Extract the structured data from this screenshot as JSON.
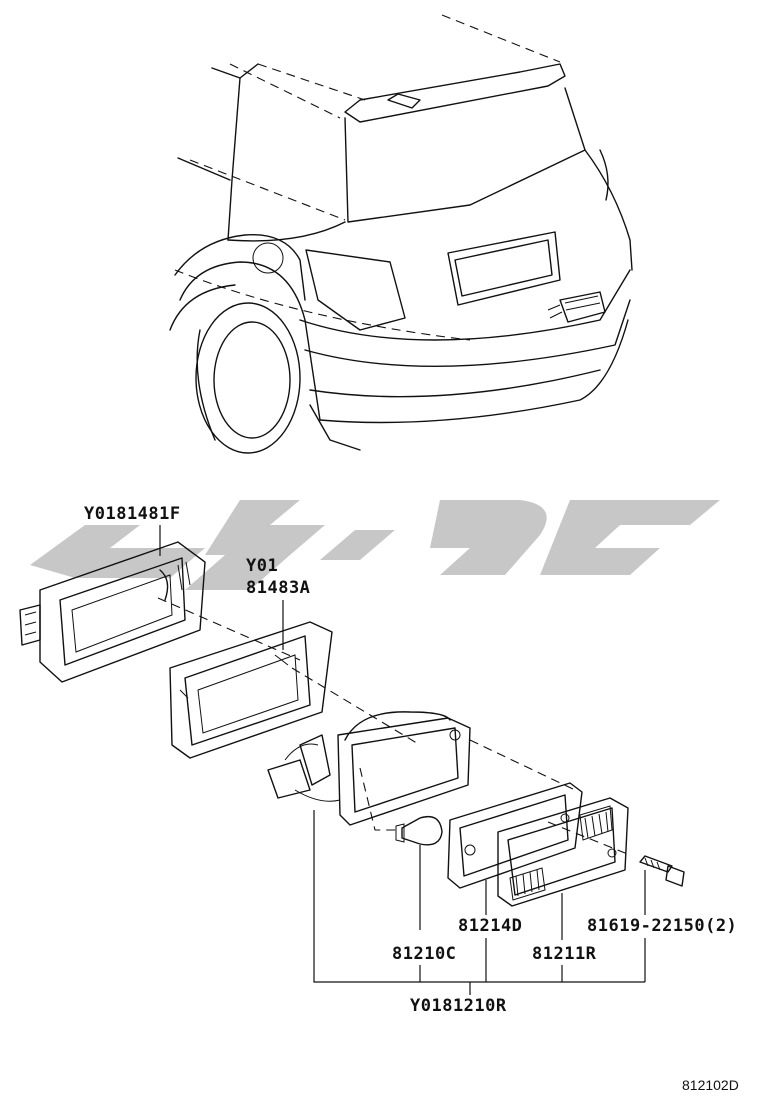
{
  "labels": {
    "part_a": "Y0181481F",
    "part_b_prefix": "Y01",
    "part_b": "81483A",
    "part_c": "81214D",
    "part_d": "81619-22150(2)",
    "part_e": "81210C",
    "part_f": "81211R",
    "assembly": "Y0181210R"
  },
  "diagram_code": "812102D",
  "colors": {
    "line": "#111111",
    "watermark": "#bdbdbd",
    "background": "#ffffff"
  }
}
